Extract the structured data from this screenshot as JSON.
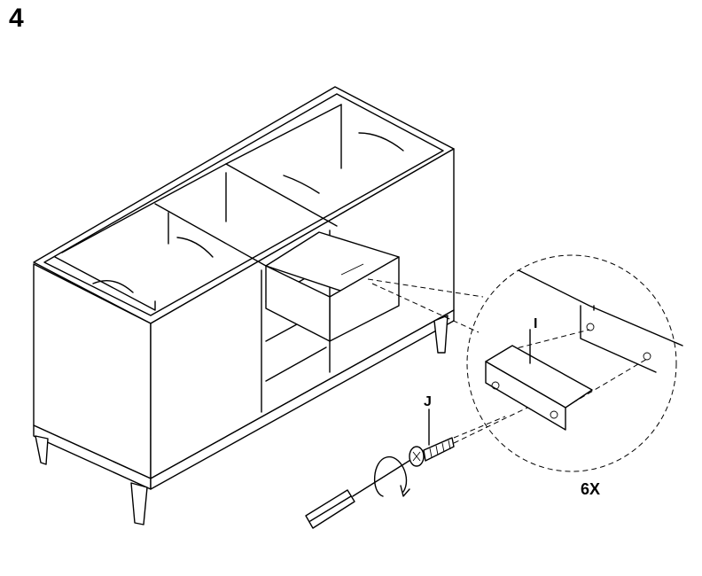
{
  "step": {
    "number": "4"
  },
  "callouts": {
    "part_i": "I",
    "part_j": "J",
    "quantity": "6X"
  },
  "colors": {
    "line": "#000000",
    "background": "#ffffff"
  },
  "icons": [
    "screwdriver-icon",
    "rotation-arrow-icon",
    "screw-icon",
    "bracket-icon"
  ]
}
